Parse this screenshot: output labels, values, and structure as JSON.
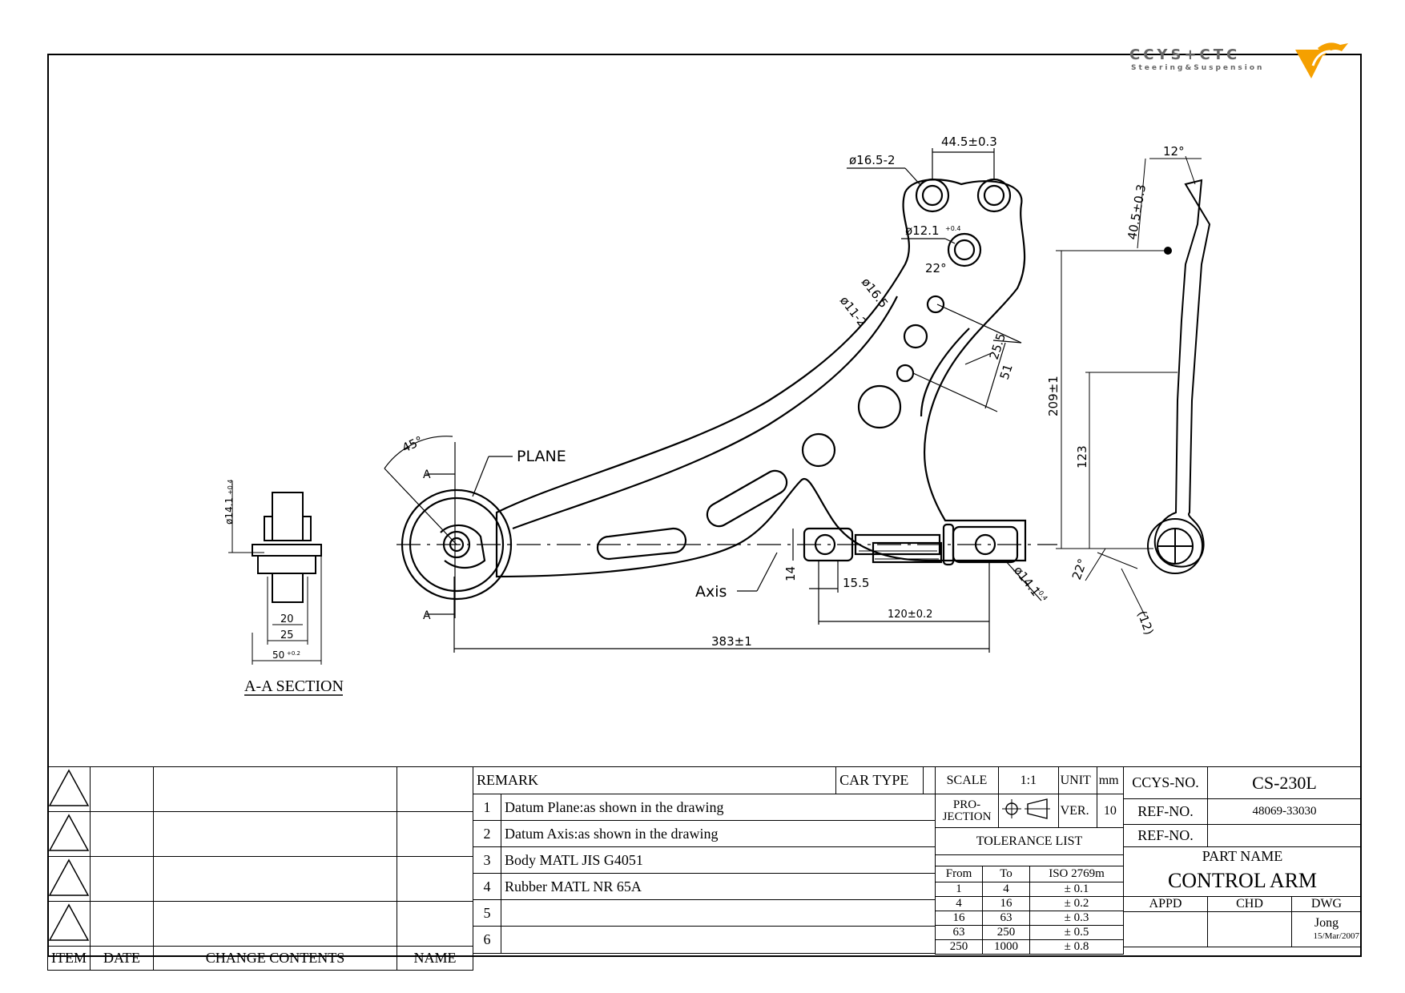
{
  "logo": {
    "brand": "CCYS+CTC",
    "tagline": "Steering&Suspension",
    "accent": "#f5a000"
  },
  "drawing": {
    "section_title": "A-A SECTION",
    "plane_label": "PLANE",
    "axis_label": "Axis",
    "section_marker": "A",
    "dims": {
      "d_top_holes": "44.5±0.3",
      "d_hole_16_5_2": "ø16.5-2",
      "d_hole_12_1": "ø12.1",
      "d_hole_12_1_tol": "+0.4",
      "d_ang_22": "22°",
      "d_hole_16_5": "ø16.5",
      "d_hole_11_2": "ø11-2",
      "d_25_5": "25.5",
      "d_51": "51",
      "d_angle_45": "45°",
      "d_14": "14",
      "d_15_5": "15.5",
      "d_120": "120±0.2",
      "d_383": "383±1",
      "d_bush_14_1": "ø14.1",
      "d_bush_14_1_tol": "+0.4",
      "d_sec_14_1": "ø14.1",
      "d_sec_14_1_tol": "+0.4",
      "d_sec_20": "20",
      "d_sec_25": "25",
      "d_sec_50": "50",
      "d_sec_50_tol": "+0.2",
      "d_side_12": "12°",
      "d_side_40_5": "40.5±0.3",
      "d_side_209": "209±1",
      "d_side_123": "123",
      "d_side_22": "22°",
      "d_side_12b": "(12)"
    }
  },
  "titleblock": {
    "revisions_header": {
      "item": "ITEM",
      "date": "DATE",
      "change": "CHANGE CONTENTS",
      "name": "NAME"
    },
    "remark_label": "REMARK",
    "car_type_label": "CAR TYPE",
    "remarks": [
      {
        "no": "1",
        "text": "Datum Plane:as shown in the drawing"
      },
      {
        "no": "2",
        "text": "Datum Axis:as shown in the drawing"
      },
      {
        "no": "3",
        "text": "Body MATL JIS G4051"
      },
      {
        "no": "4",
        "text": "Rubber MATL NR 65A"
      },
      {
        "no": "5",
        "text": ""
      },
      {
        "no": "6",
        "text": ""
      }
    ],
    "scale_label": "SCALE",
    "scale_value": "1:1",
    "unit_label": "UNIT",
    "unit_value": "mm",
    "projection_label": "PRO-JECTION",
    "ver_label": "VER.",
    "ver_value": "10",
    "tolerance_title": "TOLERANCE LIST",
    "tolerance_headers": [
      "From",
      "To",
      "ISO 2769m"
    ],
    "tolerance_rows": [
      [
        "1",
        "4",
        "± 0.1"
      ],
      [
        "4",
        "16",
        "± 0.2"
      ],
      [
        "16",
        "63",
        "± 0.3"
      ],
      [
        "63",
        "250",
        "± 0.5"
      ],
      [
        "250",
        "1000",
        "± 0.8"
      ]
    ],
    "ccys_no_label": "CCYS-NO.",
    "ccys_no_value": "CS-230L",
    "ref_no_label": "REF-NO.",
    "ref_no_value": "48069-33030",
    "ref_no_label2": "REF-NO.",
    "part_name_label": "PART NAME",
    "part_name_value": "CONTROL ARM",
    "appd_label": "APPD",
    "chd_label": "CHD",
    "dwg_label": "DWG",
    "drawer": "Jong",
    "date": "15/Mar/2007"
  }
}
